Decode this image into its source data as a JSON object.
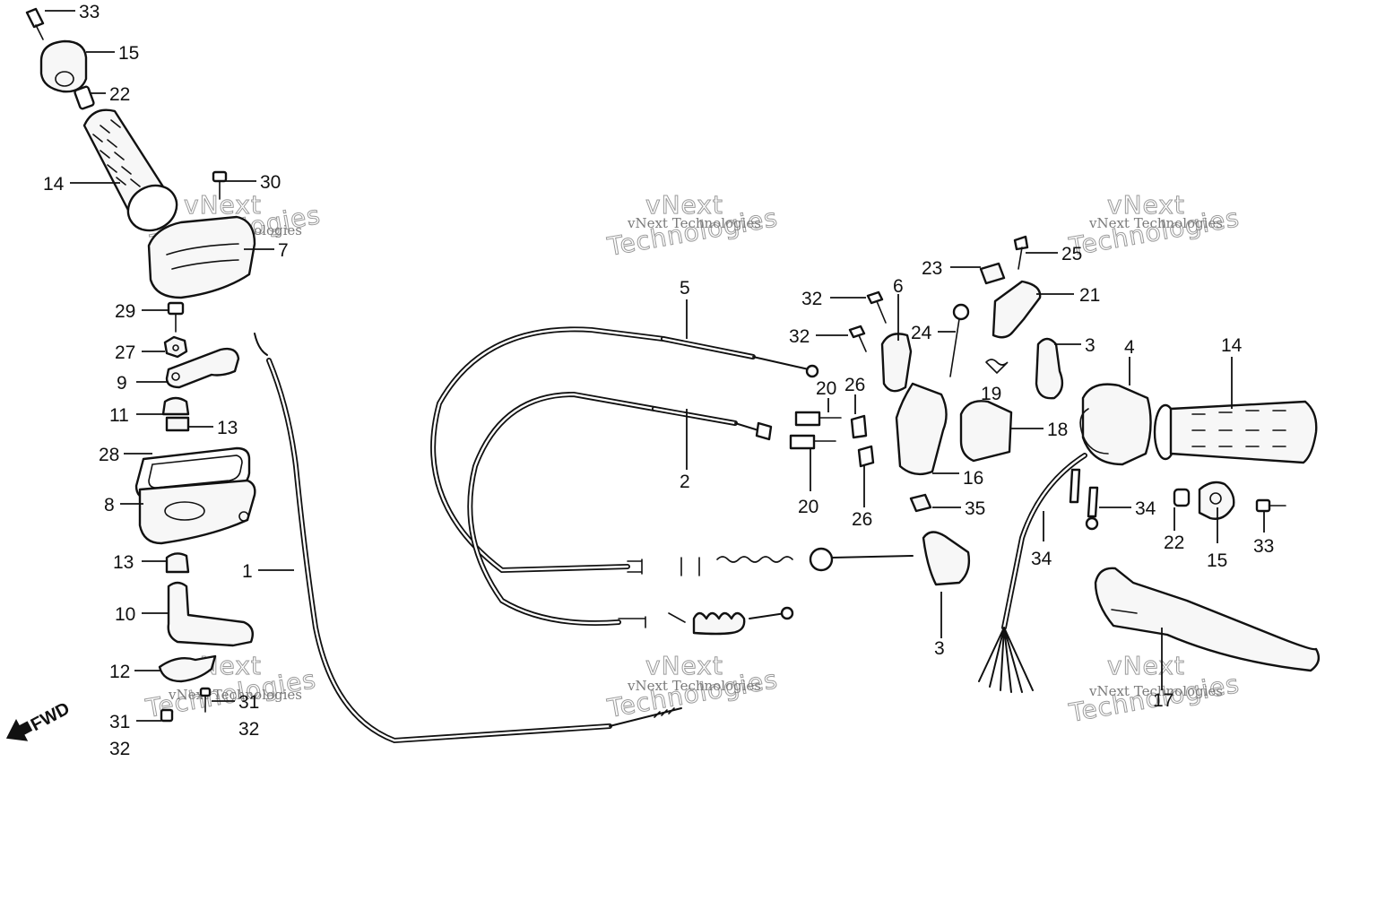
{
  "callouts": {
    "c1": "1",
    "c2": "2",
    "c3a": "3",
    "c3b": "3",
    "c4": "4",
    "c5": "5",
    "c6": "6",
    "c7": "7",
    "c8": "8",
    "c9": "9",
    "c10": "10",
    "c11": "11",
    "c12": "12",
    "c13a": "13",
    "c13b": "13",
    "c14a": "14",
    "c14b": "14",
    "c15a": "15",
    "c15b": "15",
    "c16": "16",
    "c17": "17",
    "c18": "18",
    "c19": "19",
    "c20a": "20",
    "c20b": "20",
    "c21": "21",
    "c22a": "22",
    "c22b": "22",
    "c23": "23",
    "c24": "24",
    "c25": "25",
    "c26a": "26",
    "c26b": "26",
    "c27": "27",
    "c28": "28",
    "c29": "29",
    "c30": "30",
    "c31a": "31",
    "c31b": "31",
    "c32a": "32",
    "c32b": "32",
    "c32c": "32",
    "c32d": "32",
    "c33a": "33",
    "c33b": "33",
    "c34a": "34",
    "c34b": "34",
    "c35": "35"
  },
  "direction_label": "FWD",
  "watermark": {
    "small": "vNext Technologies",
    "big_top": "vNext",
    "big_bottom": "Technologies"
  },
  "colors": {
    "ink": "#111111",
    "background": "#ffffff",
    "watermark": "#8a8a8a"
  }
}
